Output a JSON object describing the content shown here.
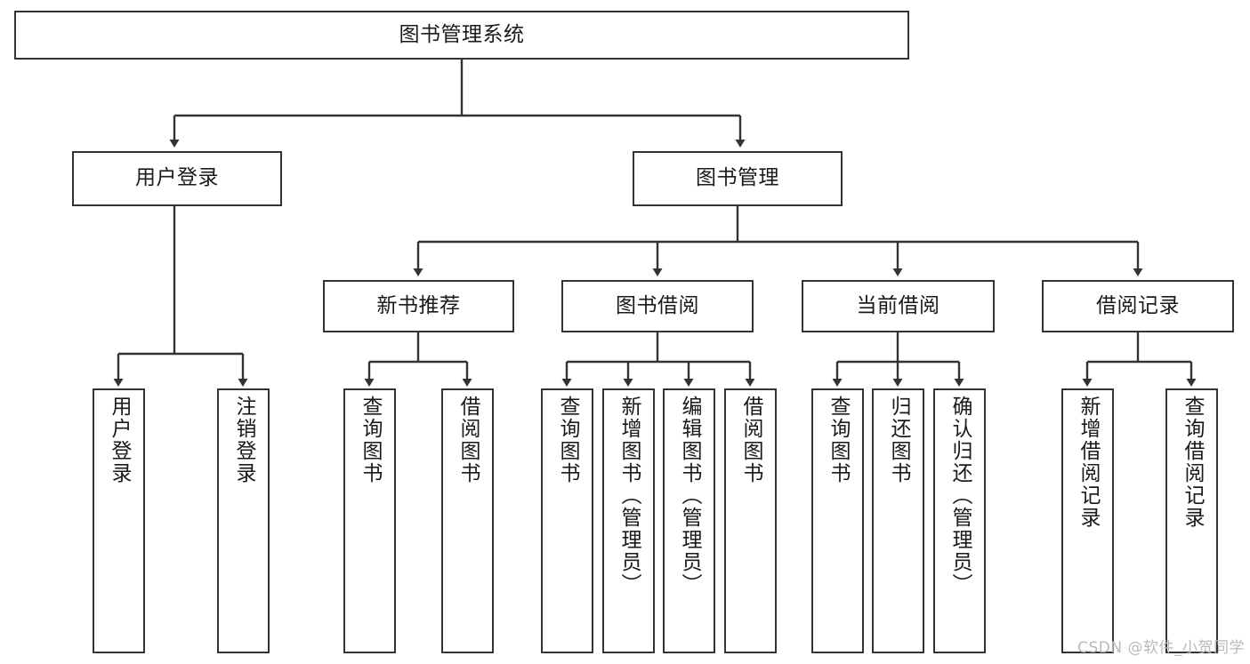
{
  "diagram": {
    "type": "tree-hierarchy",
    "title": "图书管理系统",
    "watermark": "CSDN @软件_小贺同学",
    "colors": {
      "box_border": "#333333",
      "box_fill": "#ffffff",
      "connector": "#333333",
      "text": "#1a1a1a",
      "watermark": "#b9b9b9"
    },
    "levels": {
      "root": {
        "label": "图书管理系统"
      },
      "level2": [
        {
          "label": "用户登录"
        },
        {
          "label": "图书管理"
        }
      ],
      "level3": [
        {
          "label": "新书推荐"
        },
        {
          "label": "图书借阅"
        },
        {
          "label": "当前借阅"
        },
        {
          "label": "借阅记录"
        }
      ],
      "leaves": {
        "user_login": [
          {
            "label": "用户登录"
          },
          {
            "label": "注销登录"
          }
        ],
        "new_book_recommend": [
          {
            "label": "查询图书"
          },
          {
            "label": "借阅图书"
          }
        ],
        "book_borrow": [
          {
            "label": "查询图书"
          },
          {
            "label": "新增图书（管理员）"
          },
          {
            "label": "编辑图书（管理员）"
          },
          {
            "label": "借阅图书"
          }
        ],
        "current_borrow": [
          {
            "label": "查询图书"
          },
          {
            "label": "归还图书"
          },
          {
            "label": "确认归还（管理员）"
          }
        ],
        "borrow_record": [
          {
            "label": "新增借阅记录"
          },
          {
            "label": "查询借阅记录"
          }
        ]
      }
    }
  }
}
